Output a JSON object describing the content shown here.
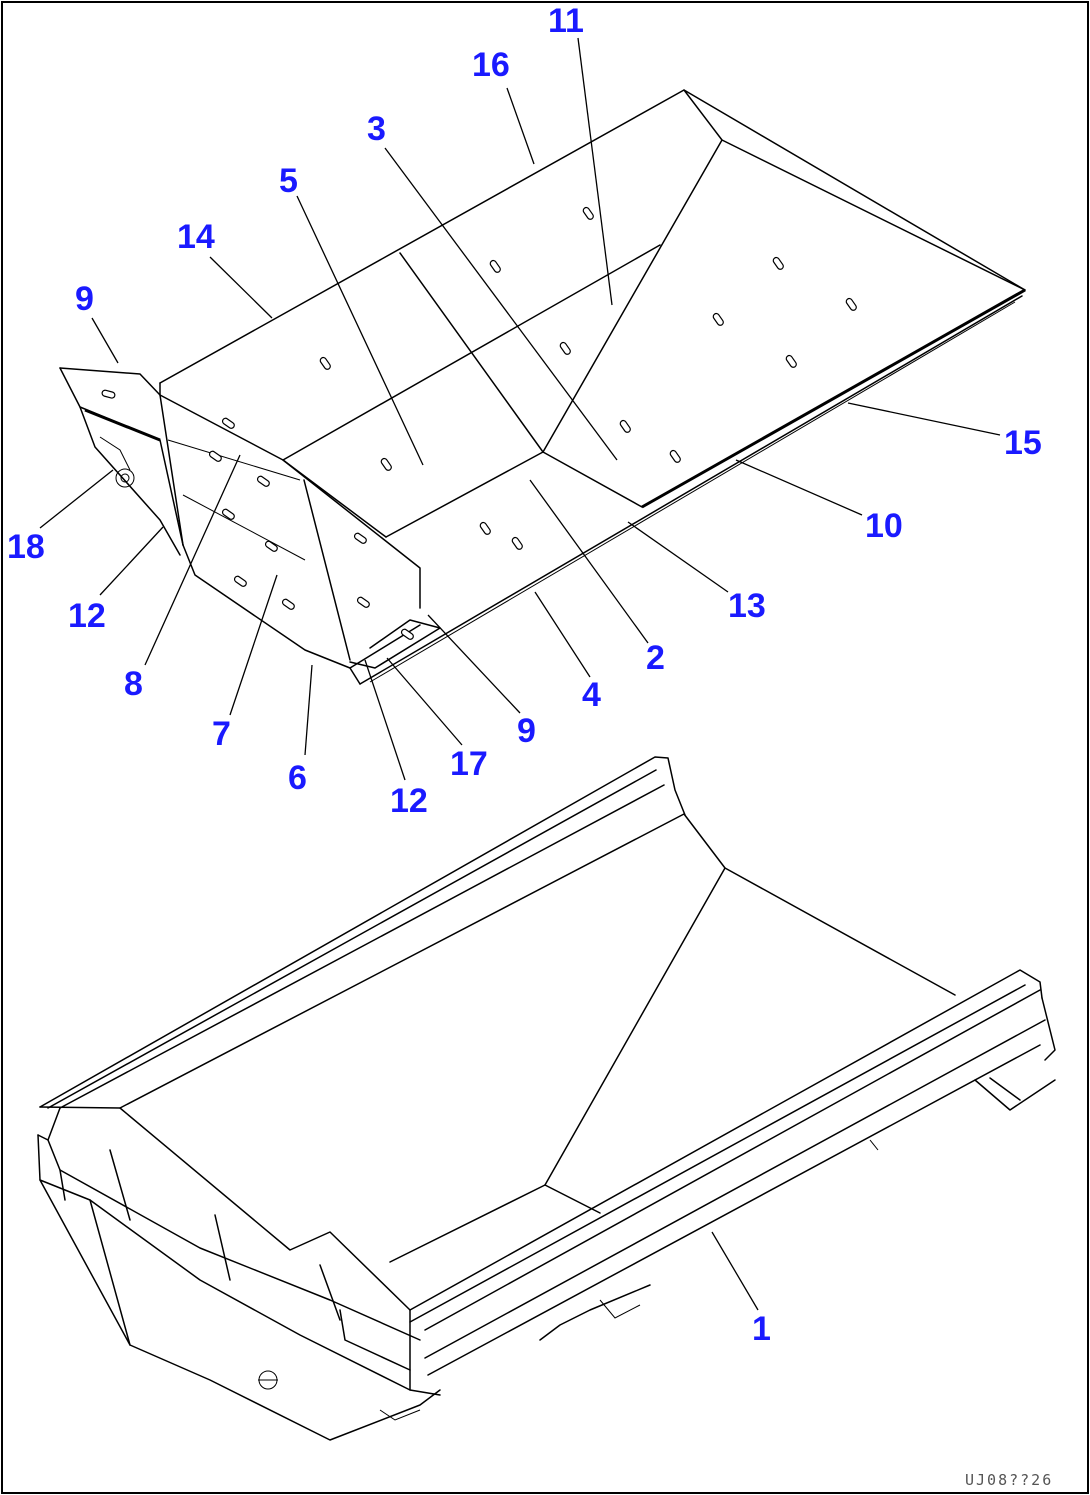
{
  "callouts": {
    "c1": "1",
    "c2": "2",
    "c3": "3",
    "c4": "4",
    "c5": "5",
    "c6": "6",
    "c7": "7",
    "c8": "8",
    "c9a": "9",
    "c9b": "9",
    "c10": "10",
    "c11": "11",
    "c12a": "12",
    "c12b": "12",
    "c13": "13",
    "c14": "14",
    "c15": "15",
    "c16": "16",
    "c17": "17",
    "c18": "18"
  },
  "figure_code": "UJ08??26",
  "colors": {
    "callout": "#1a1aff",
    "line": "#000000",
    "background": "#ffffff"
  }
}
